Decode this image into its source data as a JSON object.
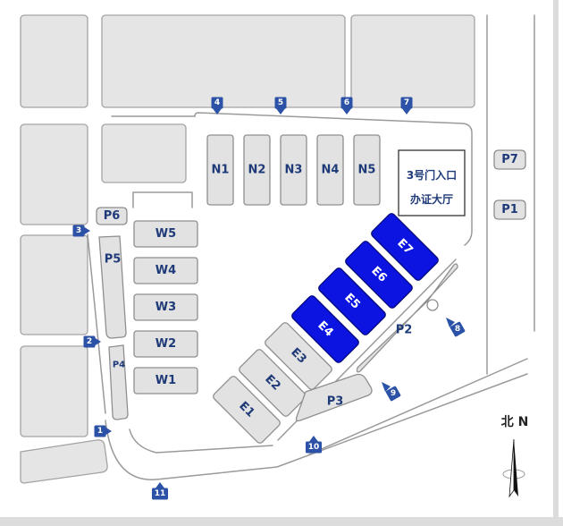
{
  "halls_north": [
    "N1",
    "N2",
    "N3",
    "N4",
    "N5"
  ],
  "halls_west": [
    "W5",
    "W4",
    "W3",
    "W2",
    "W1"
  ],
  "halls_east": [
    {
      "label": "E1",
      "highlighted": false
    },
    {
      "label": "E2",
      "highlighted": false
    },
    {
      "label": "E3",
      "highlighted": false
    },
    {
      "label": "E4",
      "highlighted": true
    },
    {
      "label": "E5",
      "highlighted": true
    },
    {
      "label": "E6",
      "highlighted": true
    },
    {
      "label": "E7",
      "highlighted": true
    }
  ],
  "parking": [
    "P1",
    "P2",
    "P3",
    "P4",
    "P5",
    "P6",
    "P7"
  ],
  "gates": [
    "1",
    "2",
    "3",
    "4",
    "5",
    "6",
    "7",
    "8",
    "9",
    "10",
    "11"
  ],
  "info_box": {
    "line1": "3号门入口",
    "line2": "办证大厅"
  },
  "compass": {
    "label": "北 N"
  },
  "colors": {
    "highlight": "#0b14e0",
    "gate": "#2b52a6",
    "label": "#1f3a78"
  }
}
